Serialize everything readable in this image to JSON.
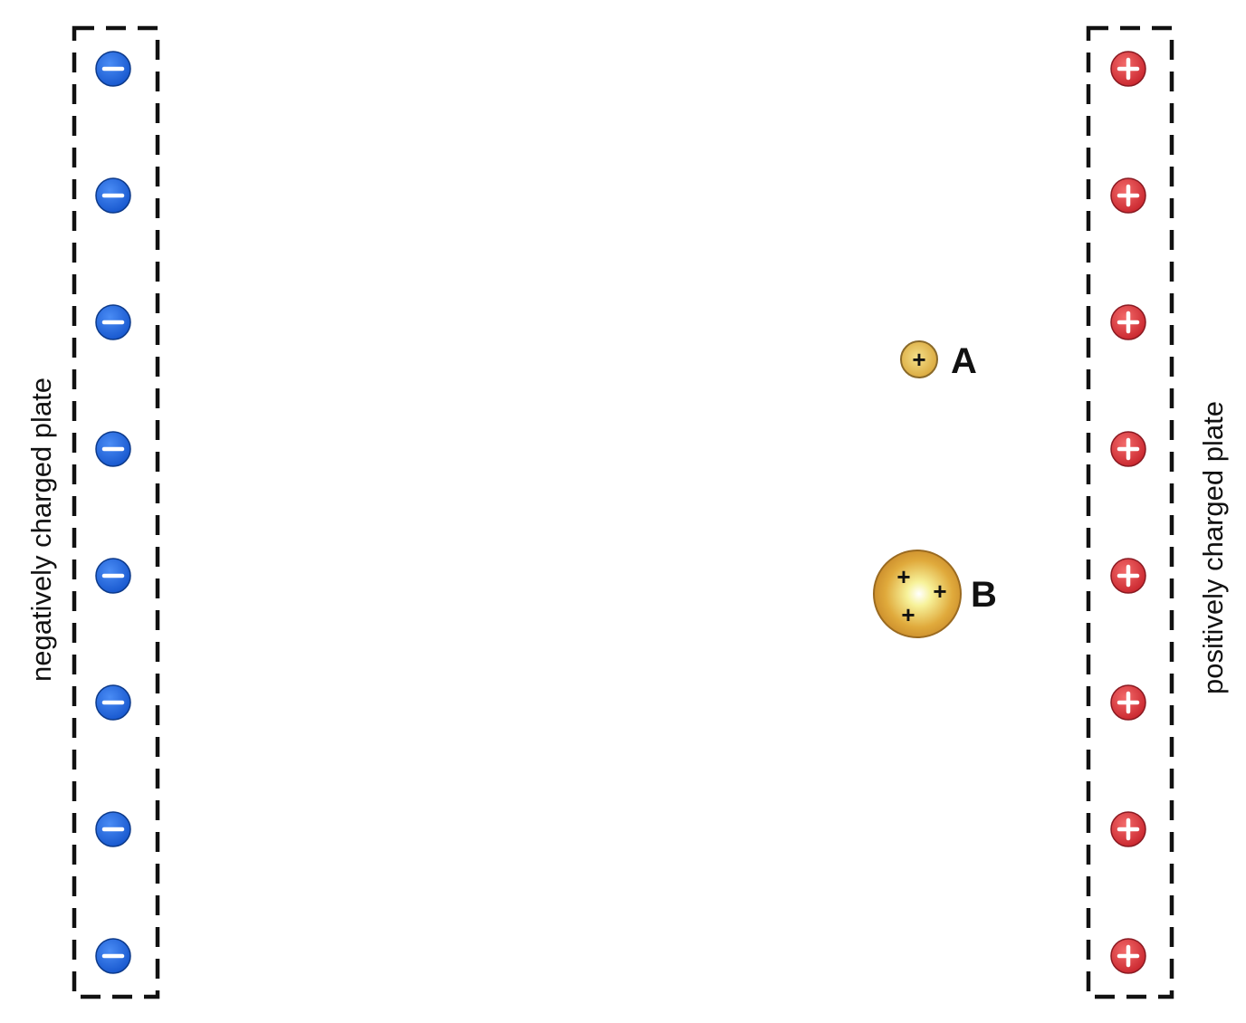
{
  "plates": {
    "negative": {
      "label": "negatively charged plate",
      "charge_count": 8,
      "charge_color": "#1f6fe0",
      "charge_icon": "minus-circle-icon"
    },
    "positive": {
      "label": "positively charged plate",
      "charge_count": 8,
      "charge_color": "#e23a3a",
      "charge_icon": "plus-circle-icon"
    }
  },
  "particles": {
    "a": {
      "label": "A",
      "sign": "+",
      "charge_count": 1,
      "color": "#e0b23a"
    },
    "b": {
      "label": "B",
      "signs": [
        "+",
        "+",
        "+"
      ],
      "charge_count": 3,
      "color": "#d9962a"
    }
  }
}
